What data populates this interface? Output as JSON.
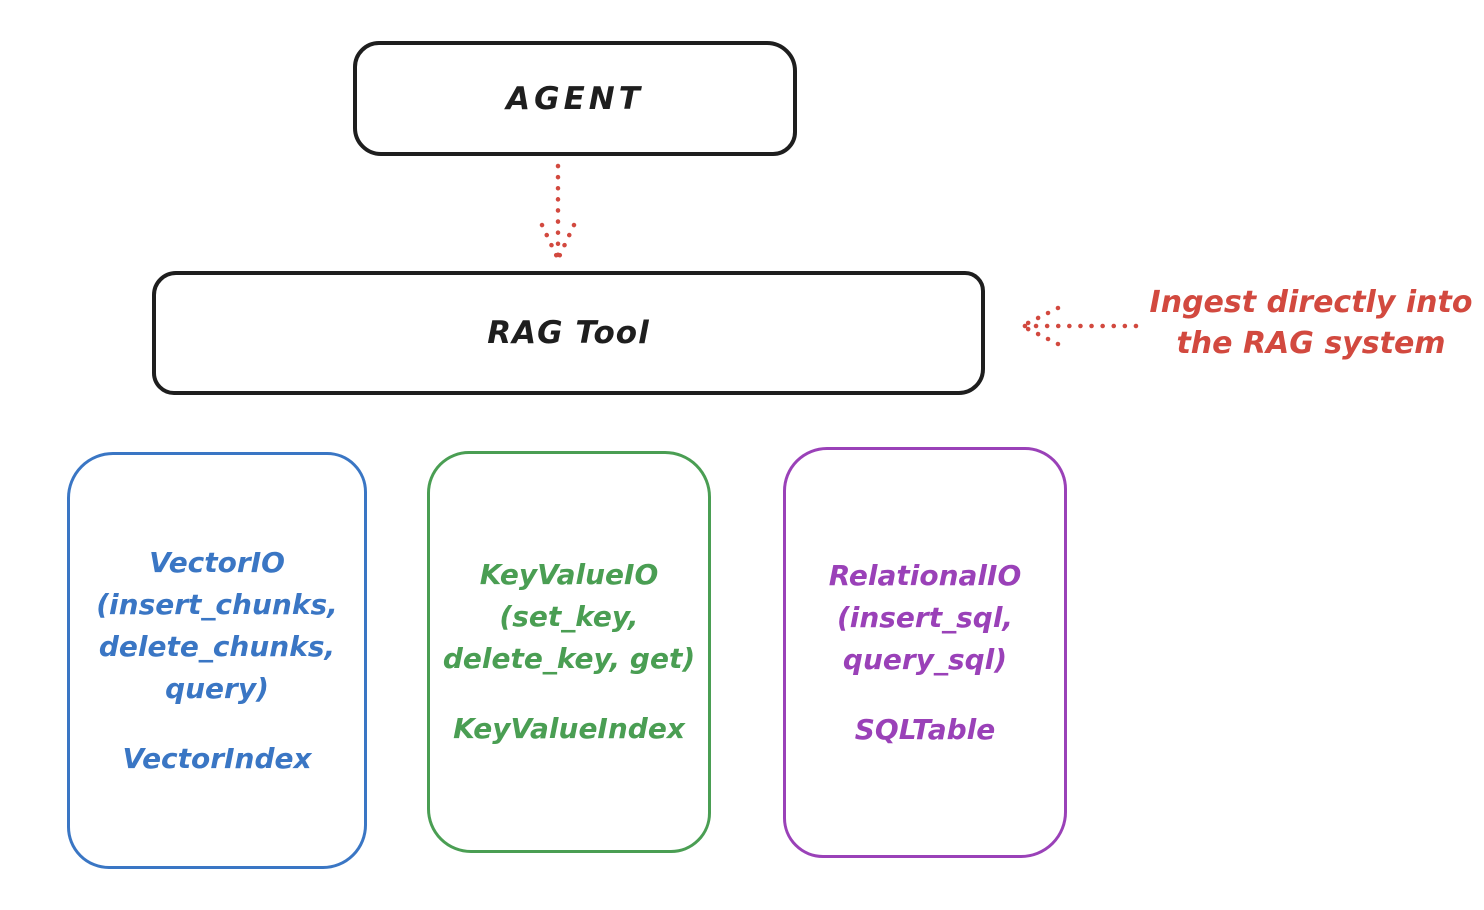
{
  "agent": {
    "label": "AGENT"
  },
  "rag_tool": {
    "label": "RAG Tool"
  },
  "annotation": {
    "line1": "Ingest directly into",
    "line2": "the RAG system"
  },
  "arrows": [
    {
      "name": "agent-to-rag-dotted-arrow",
      "direction": "down"
    },
    {
      "name": "annotation-to-rag-dotted-arrow",
      "direction": "left"
    }
  ],
  "boxes": [
    {
      "name": "vector-io",
      "accent": "#3a76c4",
      "title": "VectorIO",
      "methods": [
        "(insert_chunks,",
        "delete_chunks,",
        "query)"
      ],
      "index": "VectorIndex"
    },
    {
      "name": "key-value-io",
      "accent": "#4a9e53",
      "title": "KeyValueIO",
      "methods": [
        "(set_key,",
        "delete_key, get)"
      ],
      "index": "KeyValueIndex"
    },
    {
      "name": "relational-io",
      "accent": "#9a41b8",
      "title": "RelationalIO",
      "methods": [
        "(insert_sql,",
        "query_sql)"
      ],
      "index": "SQLTable"
    }
  ],
  "colors": {
    "stroke": "#1e1e1e",
    "red": "#d2493f",
    "blue": "#3a76c4",
    "green": "#4a9e53",
    "purple": "#9a41b8",
    "background": "#ffffff"
  }
}
